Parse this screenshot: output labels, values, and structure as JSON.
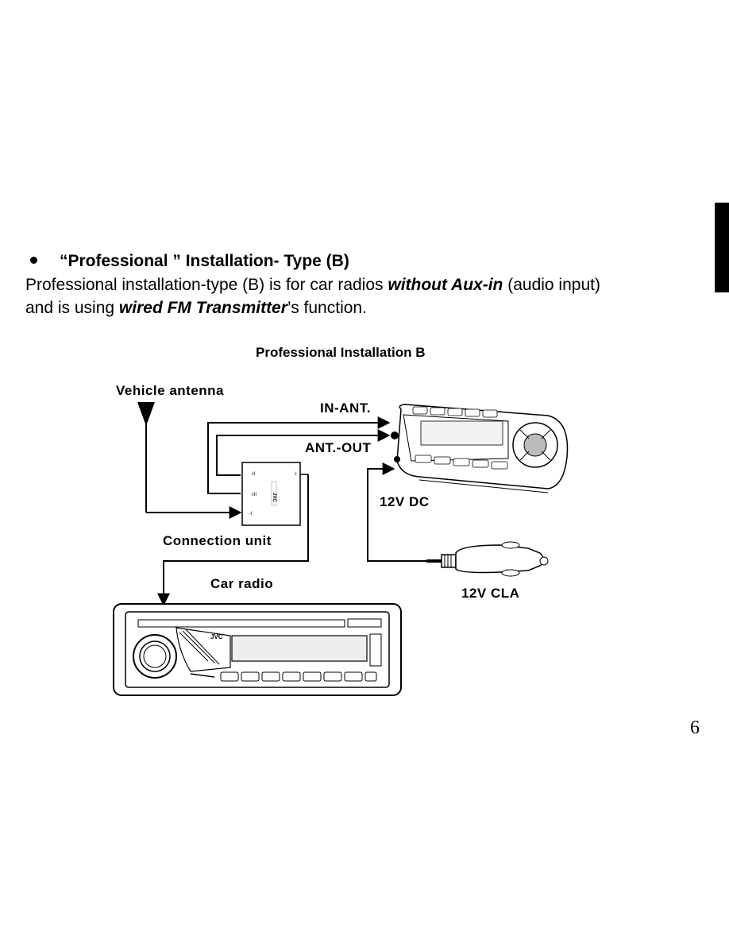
{
  "heading": {
    "bullet": "•",
    "text": "“Professional ” Installation- Type (B)"
  },
  "paragraph": {
    "line1_pre": "Professional installation-type (B) is for car radios ",
    "line1_emph": "without Aux-in",
    "line1_post": " (audio input)",
    "line2_pre": "and is using ",
    "line2_emph": "wired FM Transmitter",
    "line2_post": "’s function."
  },
  "diagram": {
    "title": "Professional Installation B",
    "labels": {
      "vehicle_antenna": "Vehicle antenna",
      "in_ant": "IN-ANT.",
      "ant_out": "ANT.-OUT",
      "dc": "12V DC",
      "connection_unit": "Connection unit",
      "car_radio": "Car radio",
      "cla": "12V CLA"
    },
    "radio_brand": "JVC"
  },
  "page_number": "6"
}
